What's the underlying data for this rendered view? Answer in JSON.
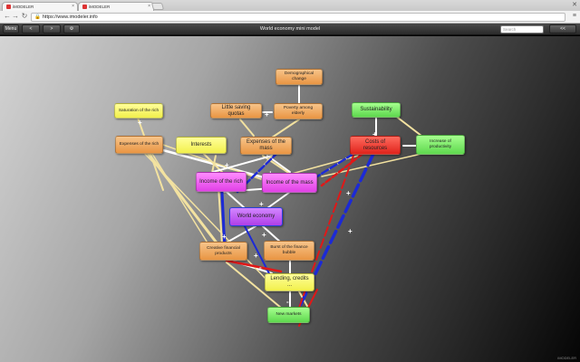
{
  "browser": {
    "tabs": [
      {
        "title": "iMODELER"
      },
      {
        "title": "iMODELER"
      }
    ],
    "url": "https://www.imodeler.info"
  },
  "toolbar": {
    "menu_label": "Menu",
    "back_label": "<",
    "forward_label": ">",
    "settings_icon": "gear-icon",
    "title": "World economy mini model",
    "search_placeholder": "Search",
    "more_label": "<<"
  },
  "model": {
    "nodes": [
      {
        "id": "demographical-change",
        "label": "Demographical change",
        "color": "orange"
      },
      {
        "id": "saturation-of-the-rich",
        "label": "Saturation of the rich",
        "color": "yellow"
      },
      {
        "id": "little-saving-quotas",
        "label": "Little saving quotas",
        "color": "orange"
      },
      {
        "id": "poverty-among-elderly",
        "label": "Poverty among elderly",
        "color": "orange"
      },
      {
        "id": "sustainability",
        "label": "Sustainability",
        "color": "green"
      },
      {
        "id": "expenses-of-the-rich",
        "label": "Expenses of the rich",
        "color": "orange"
      },
      {
        "id": "interests",
        "label": "Interests",
        "color": "yellow"
      },
      {
        "id": "expenses-of-the-mass",
        "label": "Expenses of the mass",
        "color": "orange"
      },
      {
        "id": "costs-of-resources",
        "label": "Costs of resources",
        "color": "red"
      },
      {
        "id": "increase-of-productivity",
        "label": "Increase of productivity",
        "color": "green"
      },
      {
        "id": "income-of-the-rich",
        "label": "Income of the rich",
        "color": "magenta"
      },
      {
        "id": "income-of-the-mass",
        "label": "Income of the mass",
        "color": "magenta"
      },
      {
        "id": "world-economy",
        "label": "World economy",
        "color": "violet"
      },
      {
        "id": "creative-financial-products",
        "label": "Creative financial products",
        "color": "orange"
      },
      {
        "id": "burst-of-the-finance-bubble",
        "label": "Burst of the finance bubble",
        "color": "orange"
      },
      {
        "id": "lending-credits",
        "label": "Lending, credits ...",
        "color": "yellow"
      },
      {
        "id": "new-markets",
        "label": "New markets",
        "color": "green"
      }
    ],
    "link_colors": {
      "reinforcing": "#f3e2a0",
      "weakening": "#1c2ad6",
      "critical": "#e01818",
      "neutral": "#ffffff"
    },
    "sign_markers": [
      "+",
      "+",
      "+",
      "+",
      "+",
      "+",
      "+",
      "+",
      "+",
      "+",
      "+",
      "+",
      "-",
      "-"
    ]
  },
  "footer": {
    "text": "iMODELER"
  }
}
